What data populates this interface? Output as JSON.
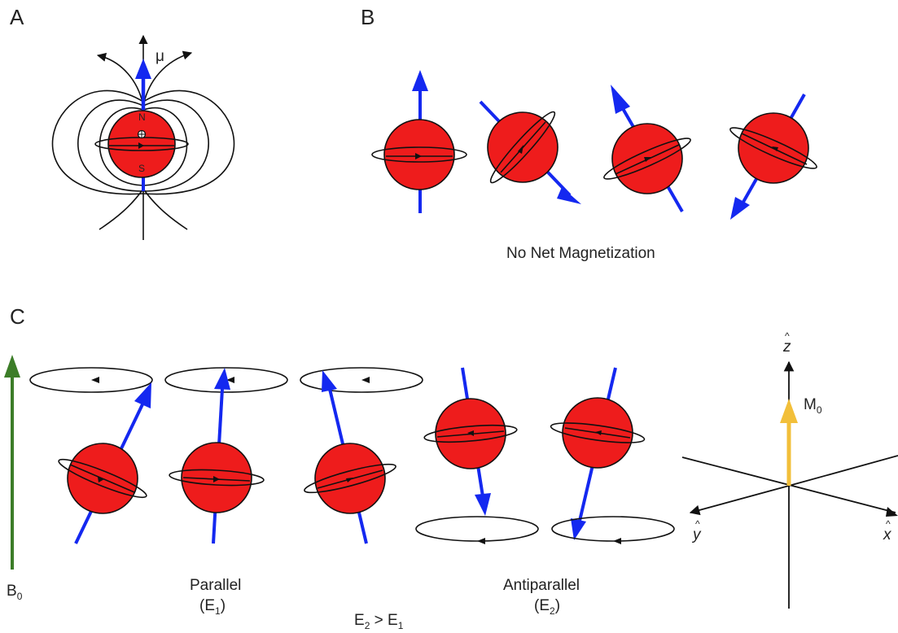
{
  "panels": {
    "a": {
      "letter": "A",
      "moment_symbol": "μ",
      "north_label": "N",
      "south_label": "S"
    },
    "b": {
      "letter": "B",
      "caption": "No Net Magnetization"
    },
    "c": {
      "letter": "C",
      "field_label": "B",
      "field_sub": "0",
      "parallel_label": "Parallel",
      "parallel_energy_open": "(E",
      "parallel_energy_sub": "1",
      "parallel_energy_close": ")",
      "antiparallel_label": "Antiparallel",
      "antiparallel_energy_open": "(E",
      "antiparallel_energy_sub": "2",
      "antiparallel_energy_close": ")",
      "relation_e2": "E",
      "relation_e2_sub": "2",
      "relation_gt": " > E",
      "relation_e1_sub": "1",
      "axis_z": "z",
      "axis_x": "x",
      "axis_y": "y",
      "hat": "^",
      "m0_label": "M",
      "m0_sub": "0"
    }
  },
  "colors": {
    "proton": "#ee1c1c",
    "spin_vector": "#1428f0",
    "field_arrow": "#3c7d28",
    "net_magnetization": "#f2bf3a",
    "lines": "#111111"
  }
}
